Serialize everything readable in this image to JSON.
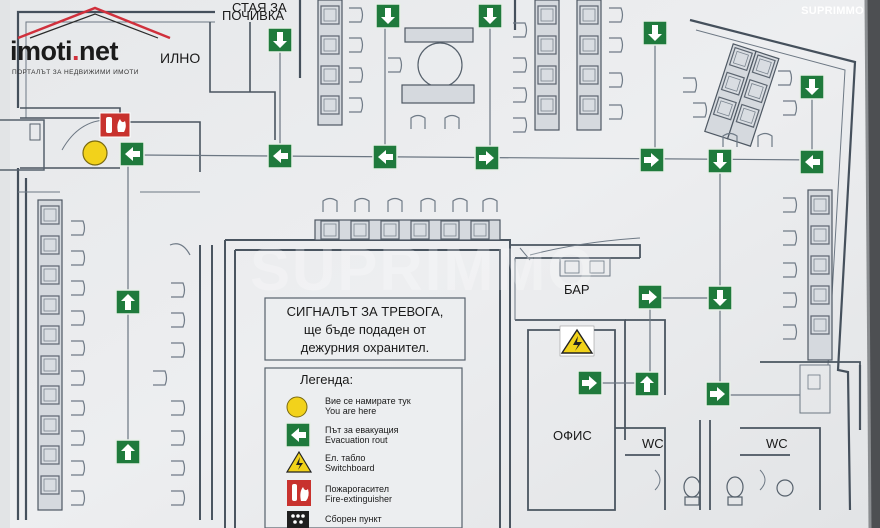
{
  "watermark": "SUPRIMMO",
  "logo": {
    "brand_main": "imoti",
    "brand_dot": ".",
    "brand_tail": "net",
    "tagline": "ПОРТАЛЪТ ЗА НЕДВИЖИМИ ИМОТИ"
  },
  "rooms": {
    "rest_line1": "СТАЯ ЗА",
    "rest_line2": "ПОЧИВКА",
    "smoking_fragment": "ИЛНО",
    "bar": "БАР",
    "office": "ОФИС",
    "wc_left": "WC",
    "wc_right": "WC"
  },
  "alarm_notice": {
    "line1": "СИГНАЛЪТ ЗА ТРЕВОГА,",
    "line2": "ще бъде подаден от",
    "line3": "дежурния охранител."
  },
  "legend": {
    "title": "Легенда:",
    "items": [
      {
        "bg": "Вие се намирате тук",
        "en": "You are here",
        "icon": "you-are-here-icon"
      },
      {
        "bg": "Път за евакуация",
        "en": "Evacuation rout",
        "icon": "evacuation-arrow-icon"
      },
      {
        "bg": "Ел. табло",
        "en": "Switchboard",
        "icon": "electric-hazard-icon"
      },
      {
        "bg": "Пожарогасител",
        "en": "Fire-extinguisher",
        "icon": "fire-extinguisher-icon"
      },
      {
        "bg": "Сборен пункт",
        "en": "",
        "icon": "assembly-point-icon"
      }
    ]
  },
  "colors": {
    "exit_sign_green": "#1f7a3c",
    "you_are_here_yellow": "#f2d21b",
    "hazard_yellow": "#f1d21a",
    "fire_red": "#c8322e"
  }
}
